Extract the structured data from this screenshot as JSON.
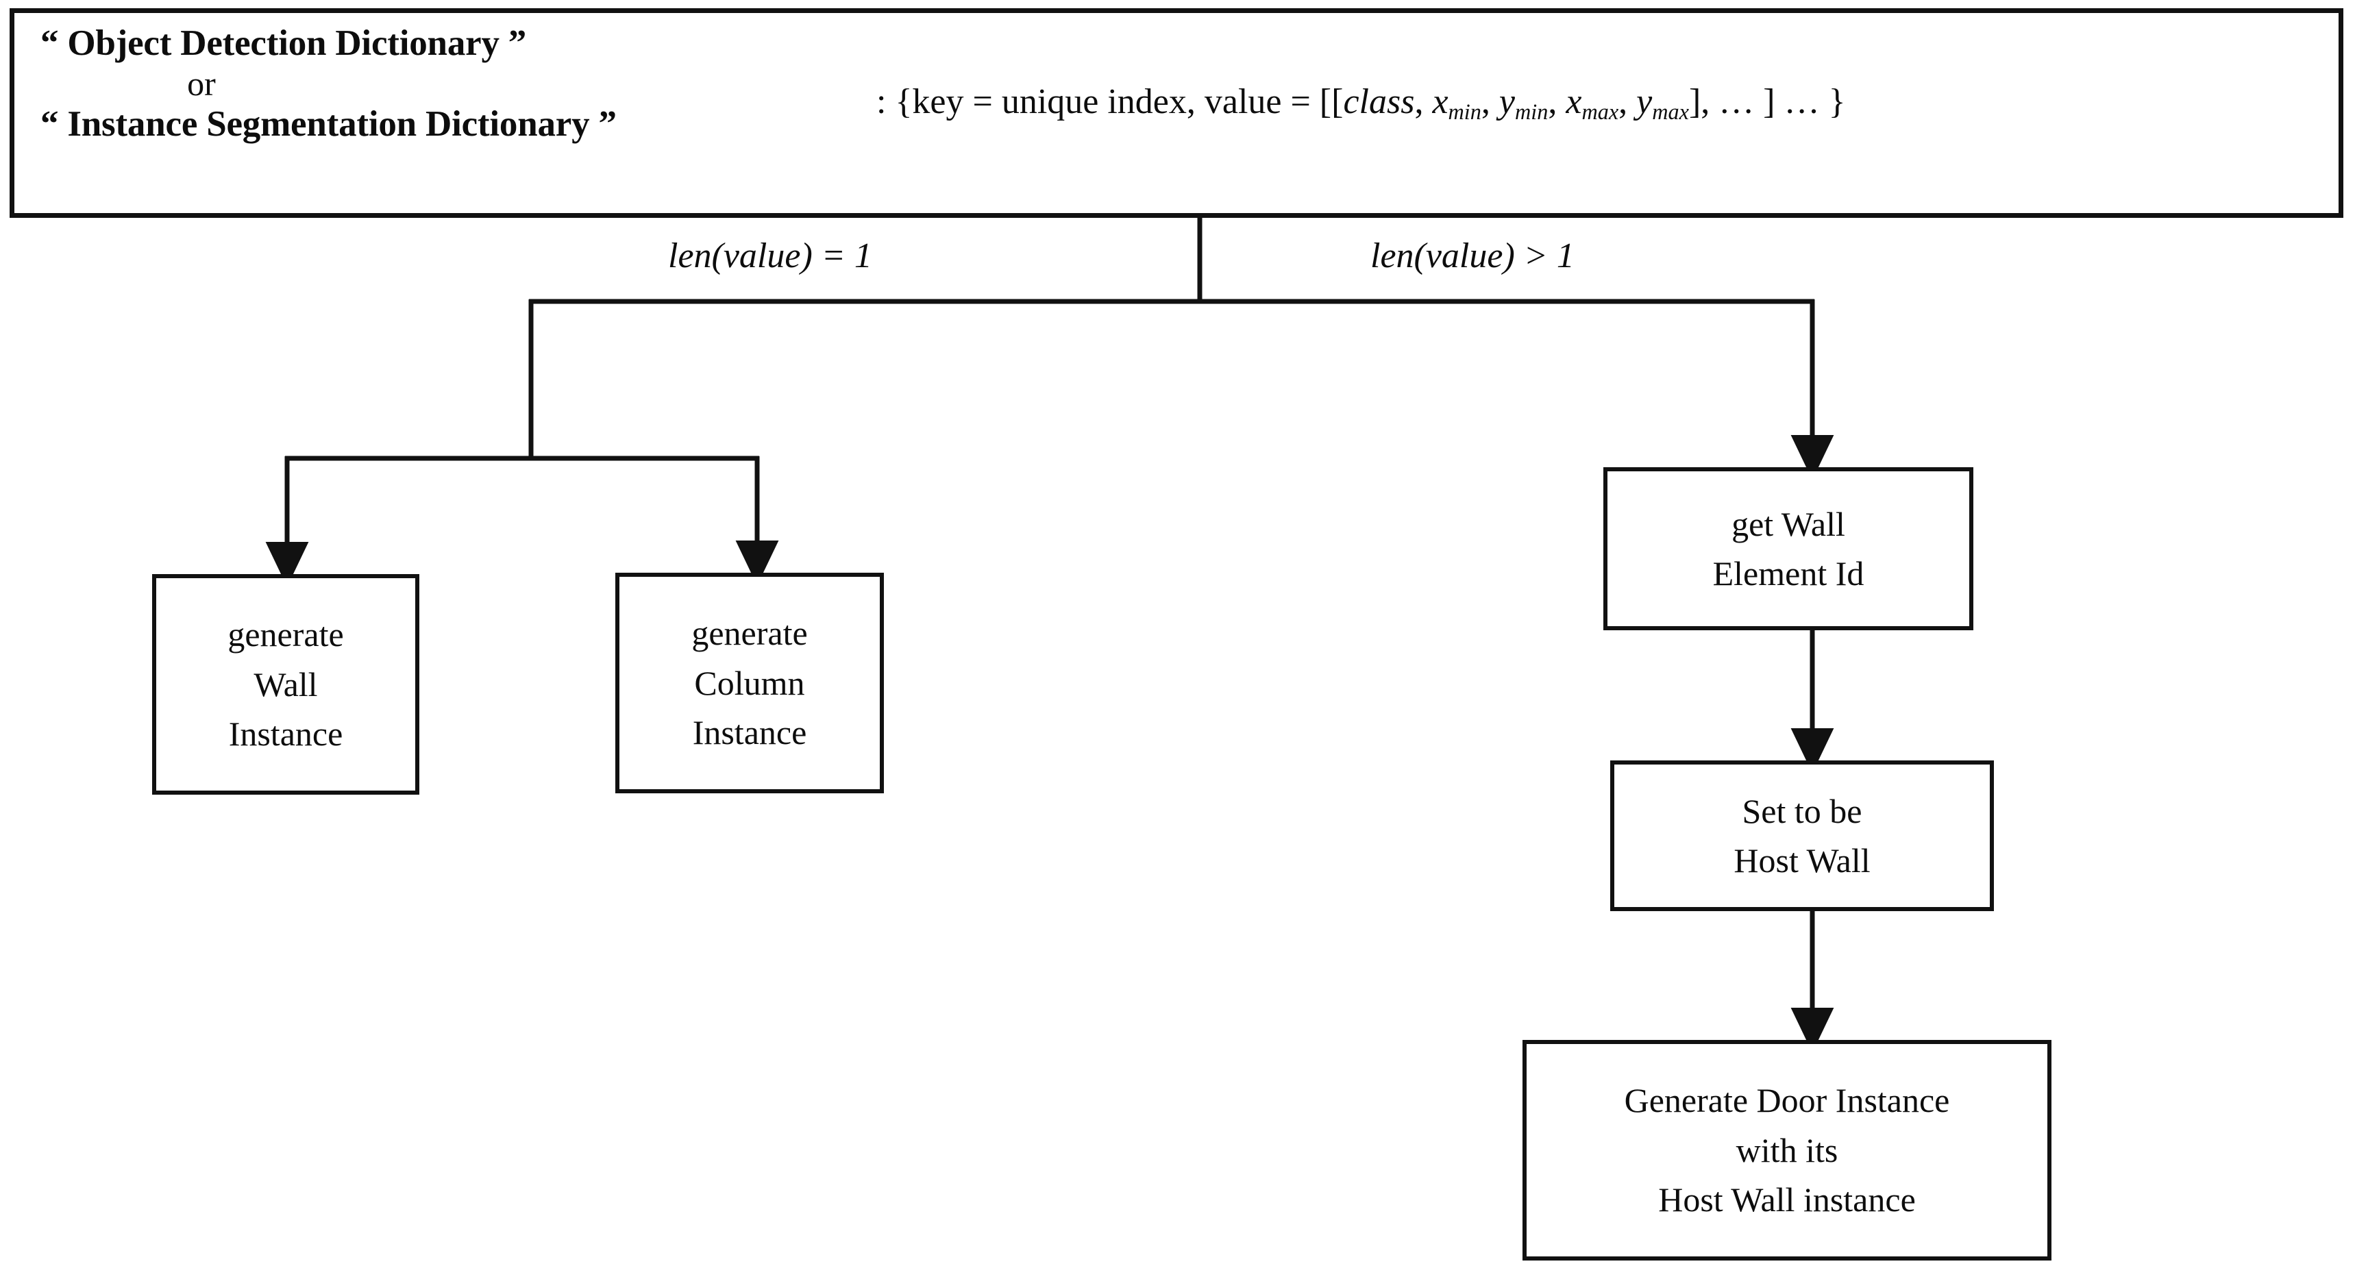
{
  "header": {
    "title_line1": "“ Object Detection Dictionary ”",
    "or_label": "or",
    "title_line2": "“ Instance Segmentation Dictionary ”",
    "formula_prefix": ": {key = unique index, value = [[",
    "formula_class": "class",
    "formula_comma1": ", ",
    "formula_xmin_base": "x",
    "formula_xmin_sub": "min",
    "formula_comma2": ", ",
    "formula_ymin_base": "y",
    "formula_ymin_sub": "min",
    "formula_comma3": ", ",
    "formula_xmax_base": "x",
    "formula_xmax_sub": "max",
    "formula_comma4": ", ",
    "formula_ymax_base": "y",
    "formula_ymax_sub": "max",
    "formula_suffix": "], … ] … }"
  },
  "branches": {
    "left_condition": "len(value) = 1",
    "right_condition": "len(value) > 1"
  },
  "nodes": {
    "generate_wall": {
      "line1": "generate",
      "line2": "Wall",
      "line3": "Instance"
    },
    "generate_column": {
      "line1": "generate",
      "line2": "Column",
      "line3": "Instance"
    },
    "get_wall_element_id": {
      "line1": "get Wall",
      "line2": "Element Id"
    },
    "set_host_wall": {
      "line1": "Set to be",
      "line2": "Host Wall"
    },
    "generate_door": {
      "line1": "Generate Door Instance",
      "line2": "with its",
      "line3": "Host Wall instance"
    }
  },
  "colors": {
    "stroke": "#111111",
    "background": "#ffffff",
    "text": "#0d0d0d"
  }
}
